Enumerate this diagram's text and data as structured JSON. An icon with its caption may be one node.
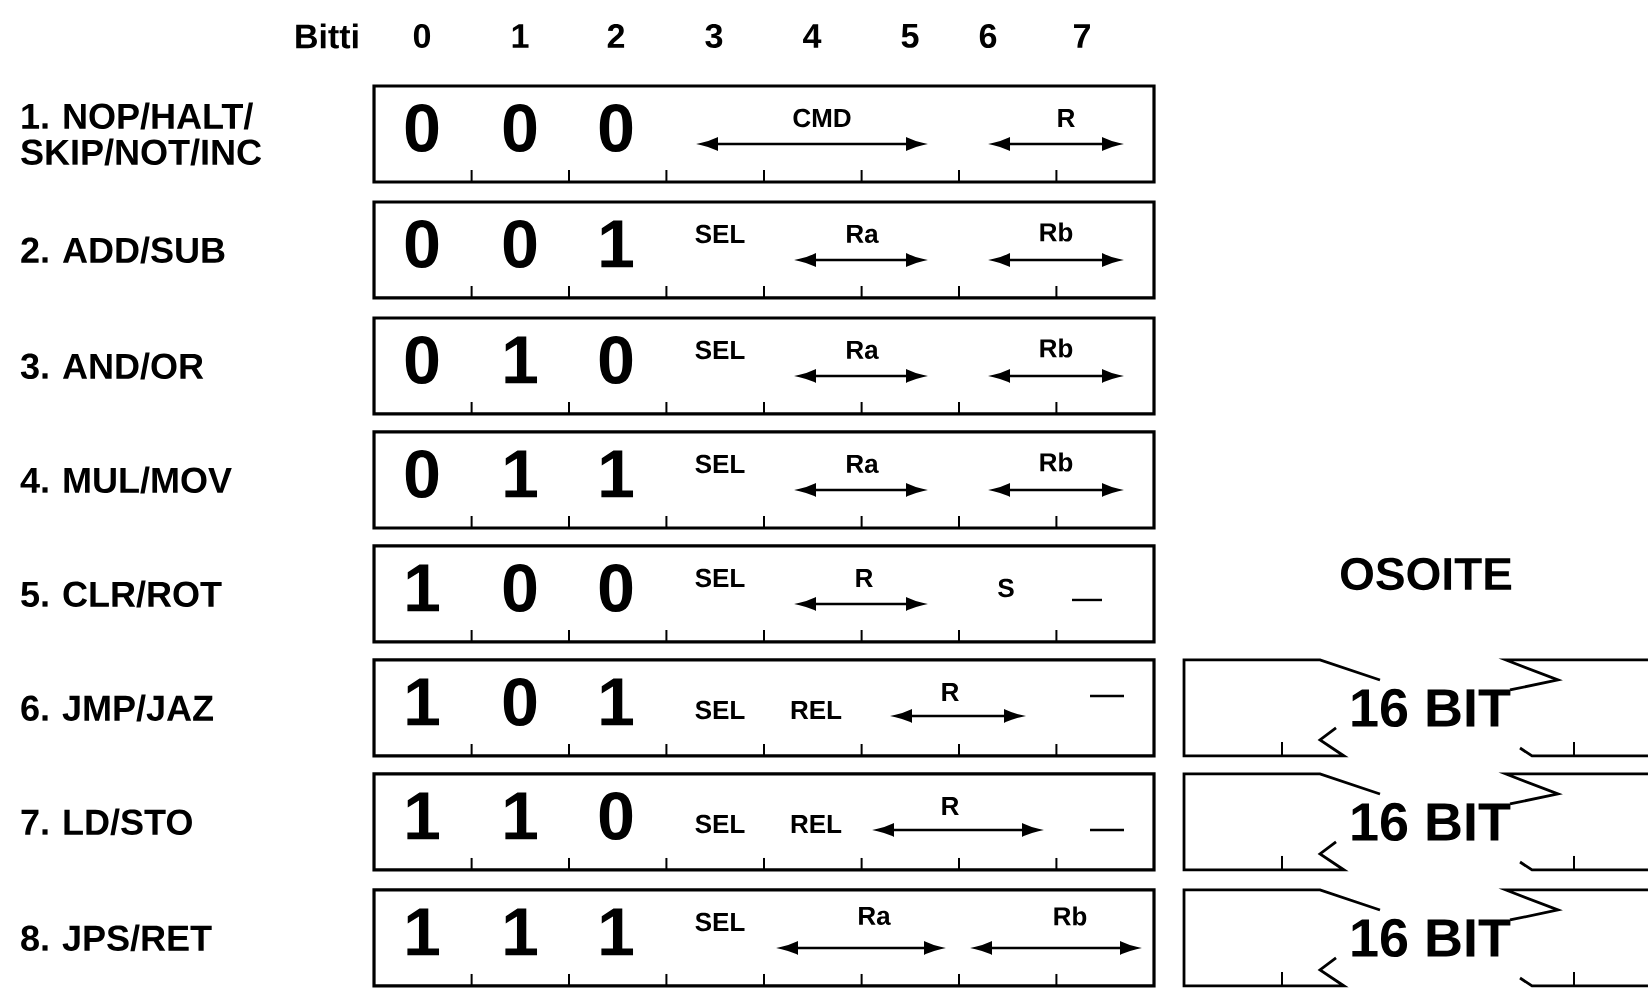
{
  "diagram": {
    "nodes": [
      {
        "text": [
          "0",
          "0",
          "0",
          "CMD",
          "R"
        ]
      },
      {
        "text": [
          "0",
          "0",
          "1",
          "SEL",
          "Ra",
          "Rb"
        ]
      },
      {
        "text": [
          "0",
          "1",
          "0",
          "SEL",
          "Ra",
          "Rb"
        ]
      },
      {
        "text": [
          "0",
          "1",
          "1",
          "SEL",
          "Ra",
          "Rb"
        ]
      },
      {
        "text": [
          "1",
          "0",
          "0",
          "SEL",
          "R",
          "S"
        ]
      },
      {
        "text": [
          "1",
          "0",
          "1",
          "SEL",
          "REL",
          "R"
        ]
      },
      {
        "text": [
          "1",
          "1",
          "0",
          "SEL",
          "REL",
          "R"
        ]
      },
      {
        "text": [
          "1",
          "1",
          "1",
          "SEL",
          "Ra",
          "Rb"
        ]
      },
      {
        "text": [
          "16 BIT"
        ]
      },
      {
        "text": [
          "16 BIT"
        ]
      },
      {
        "text": [
          "16 BIT"
        ]
      }
    ],
    "labels": [
      "Bitti",
      "0",
      "1",
      "2",
      "3",
      "4",
      "5",
      "6",
      "7",
      "1. NOP/HALT/ SKIP/NOT/INC",
      "2. ADD/SUB",
      "3. AND/OR",
      "4. MUL/MOV",
      "OSOITE",
      "5. CLR/ROT",
      "6. JMP/JAZ",
      "7. LD/STO",
      "8. JPS/RET"
    ]
  }
}
